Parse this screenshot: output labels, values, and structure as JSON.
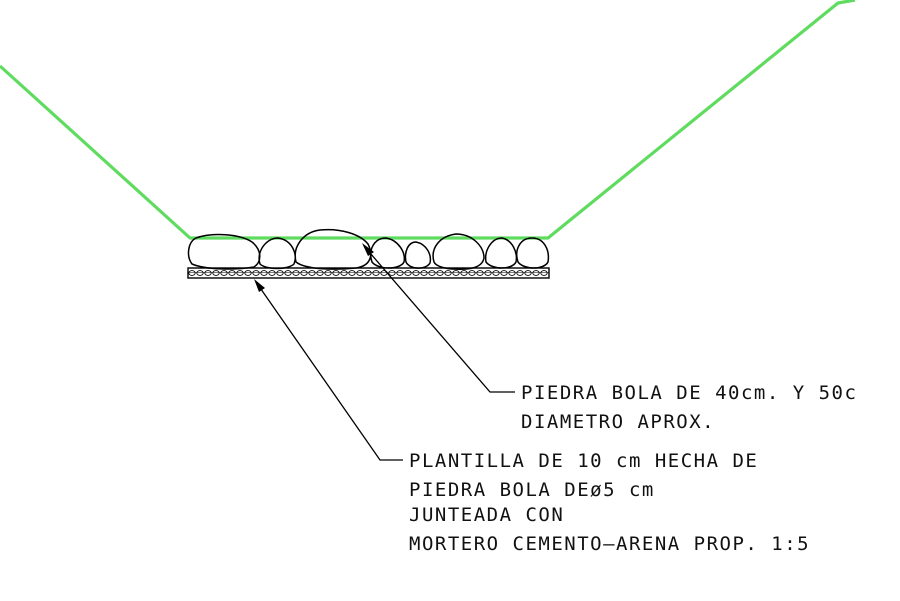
{
  "colors": {
    "terrain": "#5fdc5f",
    "linework": "#000000",
    "background": "#ffffff"
  },
  "labels": {
    "boulder_note": {
      "line1": "PIEDRA BOLA DE 40cm. Y 50c",
      "line2": "DIAMETRO APROX."
    },
    "base_note": {
      "line1": "PLANTILLA DE 10 cm HECHA DE",
      "line2": "PIEDRA BOLA DEø5 cm",
      "line3": "JUNTEADA CON",
      "line4": "MORTERO CEMENTO—ARENA PROP. 1:5"
    }
  }
}
